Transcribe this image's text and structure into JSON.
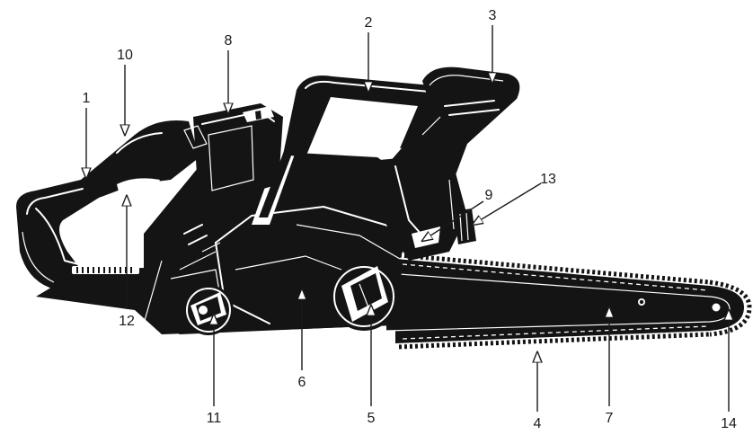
{
  "diagram": {
    "callouts": [
      {
        "label": "1",
        "part": "rear-handle"
      },
      {
        "label": "2",
        "part": "front-handle"
      },
      {
        "label": "3",
        "part": "chain-brake-hand-guard"
      },
      {
        "label": "4",
        "part": "saw-chain"
      },
      {
        "label": "5",
        "part": "sprocket-cover-knob"
      },
      {
        "label": "6",
        "part": "sprocket-cover"
      },
      {
        "label": "7",
        "part": "guide-bar"
      },
      {
        "label": "8",
        "part": "battery"
      },
      {
        "label": "9",
        "part": "oil-window"
      },
      {
        "label": "10",
        "part": "lock-off-button"
      },
      {
        "label": "11",
        "part": "chain-tension-knob"
      },
      {
        "label": "12",
        "part": "trigger-switch"
      },
      {
        "label": "13",
        "part": "oil-tank-cap"
      },
      {
        "label": "14",
        "part": "bar-nose"
      }
    ]
  }
}
